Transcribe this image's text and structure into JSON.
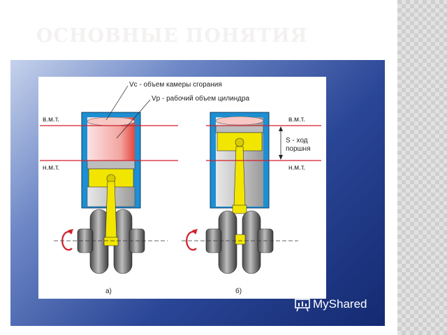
{
  "slide": {
    "title": "ОСНОВНЫЕ ПОНЯТИЯ"
  },
  "diagram": {
    "label_vc": "Vc - объем камеры сгорания",
    "label_vp": "Vp - рабочий объем цилиндра",
    "tdc_left": "в.м.т.",
    "bdc_left": "н.м.т.",
    "tdc_right": "в.м.т.",
    "bdc_right": "н.м.т.",
    "stroke_line1": "S - ход",
    "stroke_line2": "поршня",
    "caption_a": "а)",
    "caption_b": "б)"
  },
  "watermark": {
    "text": "MyShared",
    "icon": "presentation-board-icon"
  },
  "colors": {
    "line_red": "#d21f2b",
    "cylinder_blue": "#1d8fd3",
    "piston_yellow": "#f2e600",
    "panel_dark": "#142a72"
  }
}
